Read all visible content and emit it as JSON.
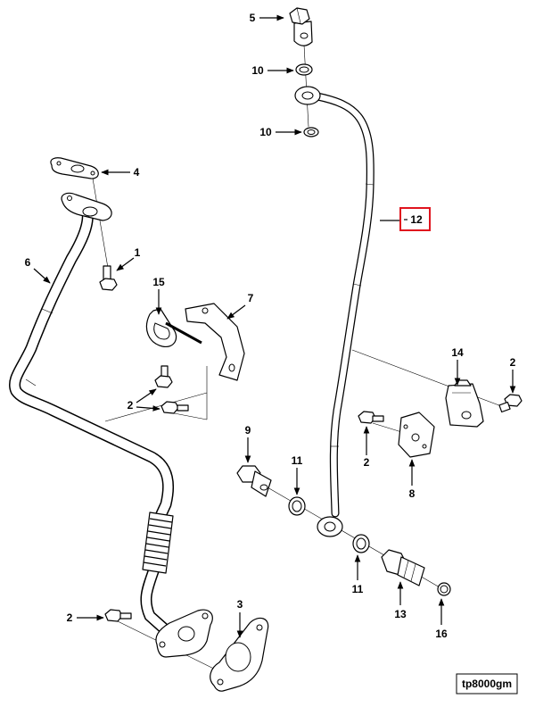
{
  "diagram": {
    "callouts": [
      {
        "label": "5"
      },
      {
        "label": "10"
      },
      {
        "label": "10"
      },
      {
        "label": "4"
      },
      {
        "label": "1"
      },
      {
        "label": "6"
      },
      {
        "label": "15"
      },
      {
        "label": "7"
      },
      {
        "label": "12"
      },
      {
        "label": "14"
      },
      {
        "label": "2"
      },
      {
        "label": "2"
      },
      {
        "label": "9"
      },
      {
        "label": "11"
      },
      {
        "label": "2"
      },
      {
        "label": "8"
      },
      {
        "label": "11"
      },
      {
        "label": "13"
      },
      {
        "label": "16"
      },
      {
        "label": "2"
      },
      {
        "label": "3"
      }
    ],
    "reference_code": "tp8000gm",
    "highlight_color": "#e0141e"
  }
}
